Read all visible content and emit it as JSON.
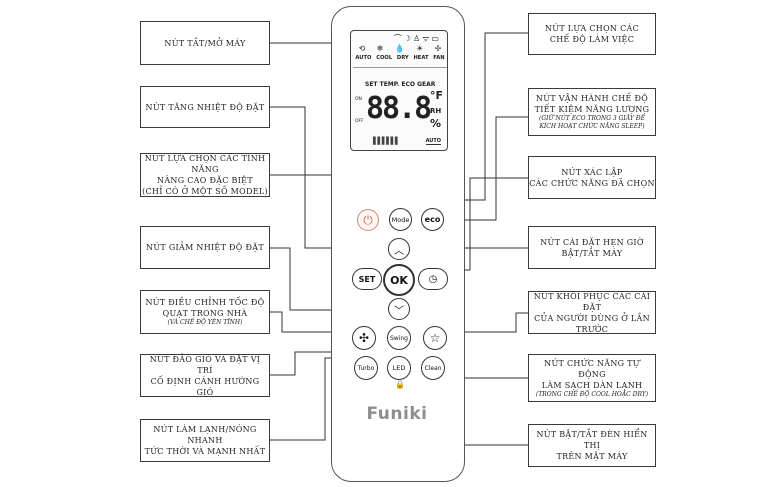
{
  "left_labels": [
    {
      "id": "power",
      "lines": [
        "NÚT TẮT/MỞ MÁY"
      ],
      "note": ""
    },
    {
      "id": "temp-up",
      "lines": [
        "NÚT TĂNG NHIỆT ĐỘ ĐẶT"
      ],
      "note": ""
    },
    {
      "id": "mode-adv",
      "lines": [
        "NÚT LỰA CHỌN CÁC TÍNH NĂNG",
        "NÂNG CAO ĐẶC BIỆT"
      ],
      "note": "(CHỈ CÓ Ở MỘT SỐ MODEL)"
    },
    {
      "id": "temp-down",
      "lines": [
        "NÚT GIẢM NHIỆT ĐỘ ĐẶT"
      ],
      "note": ""
    },
    {
      "id": "fan-speed",
      "lines": [
        "NÚT ĐIỀU CHỈNH TỐC ĐỘ",
        "QUẠT TRONG NHÀ"
      ],
      "note": "(VÀ CHẾ ĐỘ YÊN TĨNH)"
    },
    {
      "id": "swing",
      "lines": [
        "NÚT ĐẢO GIÓ VÀ ĐẶT VỊ TRÍ",
        "CỐ ĐỊNH CÁNH HƯỚNG GIÓ"
      ],
      "note": ""
    },
    {
      "id": "turbo",
      "lines": [
        "NÚT LÀM LẠNH/NÓNG NHANH",
        "TỨC THỜI VÀ MẠNH NHẤT"
      ],
      "note": ""
    }
  ],
  "right_labels": [
    {
      "id": "mode",
      "lines": [
        "NÚT LỰA CHỌN CÁC",
        "CHẾ ĐỘ LÀM VIỆC"
      ],
      "note": ""
    },
    {
      "id": "eco",
      "lines": [
        "NÚT VẬN HÀNH CHẾ ĐỘ",
        "TIẾT KIỆM NĂNG LƯỢNG"
      ],
      "note": "(GIỮ NÚT ECO TRONG 3 GIÂY ĐỂ KÍCH HOẠT CHỨC NĂNG SLEEP)"
    },
    {
      "id": "set",
      "lines": [
        "NÚT XÁC LẬP",
        "CÁC CHỨC NĂNG ĐÃ CHỌN"
      ],
      "note": ""
    },
    {
      "id": "timer",
      "lines": [
        "NÚT CÀI ĐẶT HẸN GIỜ",
        "BẬT/TẮT MÁY"
      ],
      "note": ""
    },
    {
      "id": "favorite",
      "lines": [
        "NÚT KHÔI PHỤC CÁC CÀI ĐẶT",
        "CỦA NGƯỜI DÙNG Ở LẦN TRƯỚC"
      ],
      "note": ""
    },
    {
      "id": "clean",
      "lines": [
        "NÚT CHỨC NĂNG TỰ ĐỘNG",
        "LÀM SẠCH DÀN LẠNH"
      ],
      "note": "(TRONG CHẾ ĐỘ COOL HOẶC DRY)"
    },
    {
      "id": "led",
      "lines": [
        "NÚT BẬT/TẮT ĐÈN HIỂN THỊ",
        "TRÊN MẶT MÁY"
      ],
      "note": ""
    }
  ],
  "lcd": {
    "modes": [
      "AUTO",
      "COOL",
      "DRY",
      "HEAT",
      "FAN"
    ],
    "mode_icons": [
      "⟲",
      "❄",
      "💧",
      "☀",
      "✢"
    ],
    "top_icons": "⌒☽♙ᯤ▭",
    "set_line": "SET TEMP.  ECO  GEAR",
    "digits": "88.8",
    "unit_f": "°F",
    "unit_rh": "RH",
    "unit_pct": "%",
    "on_label": "ON",
    "off_label": "OFF",
    "auto_label": "AUTO",
    "bars": "▌▌▌▌▌▌"
  },
  "buttons": {
    "power": "⏻",
    "mode": "Mode",
    "eco": "eco",
    "up": "︿",
    "set": "SET",
    "ok": "OK",
    "timer": "◷",
    "down": "﹀",
    "fan": "✣",
    "swing": "Swing",
    "star": "☆",
    "turbo": "Turbo",
    "led": "LED",
    "clean": "Clean",
    "lock": "🔒"
  },
  "brand": "Funiki"
}
